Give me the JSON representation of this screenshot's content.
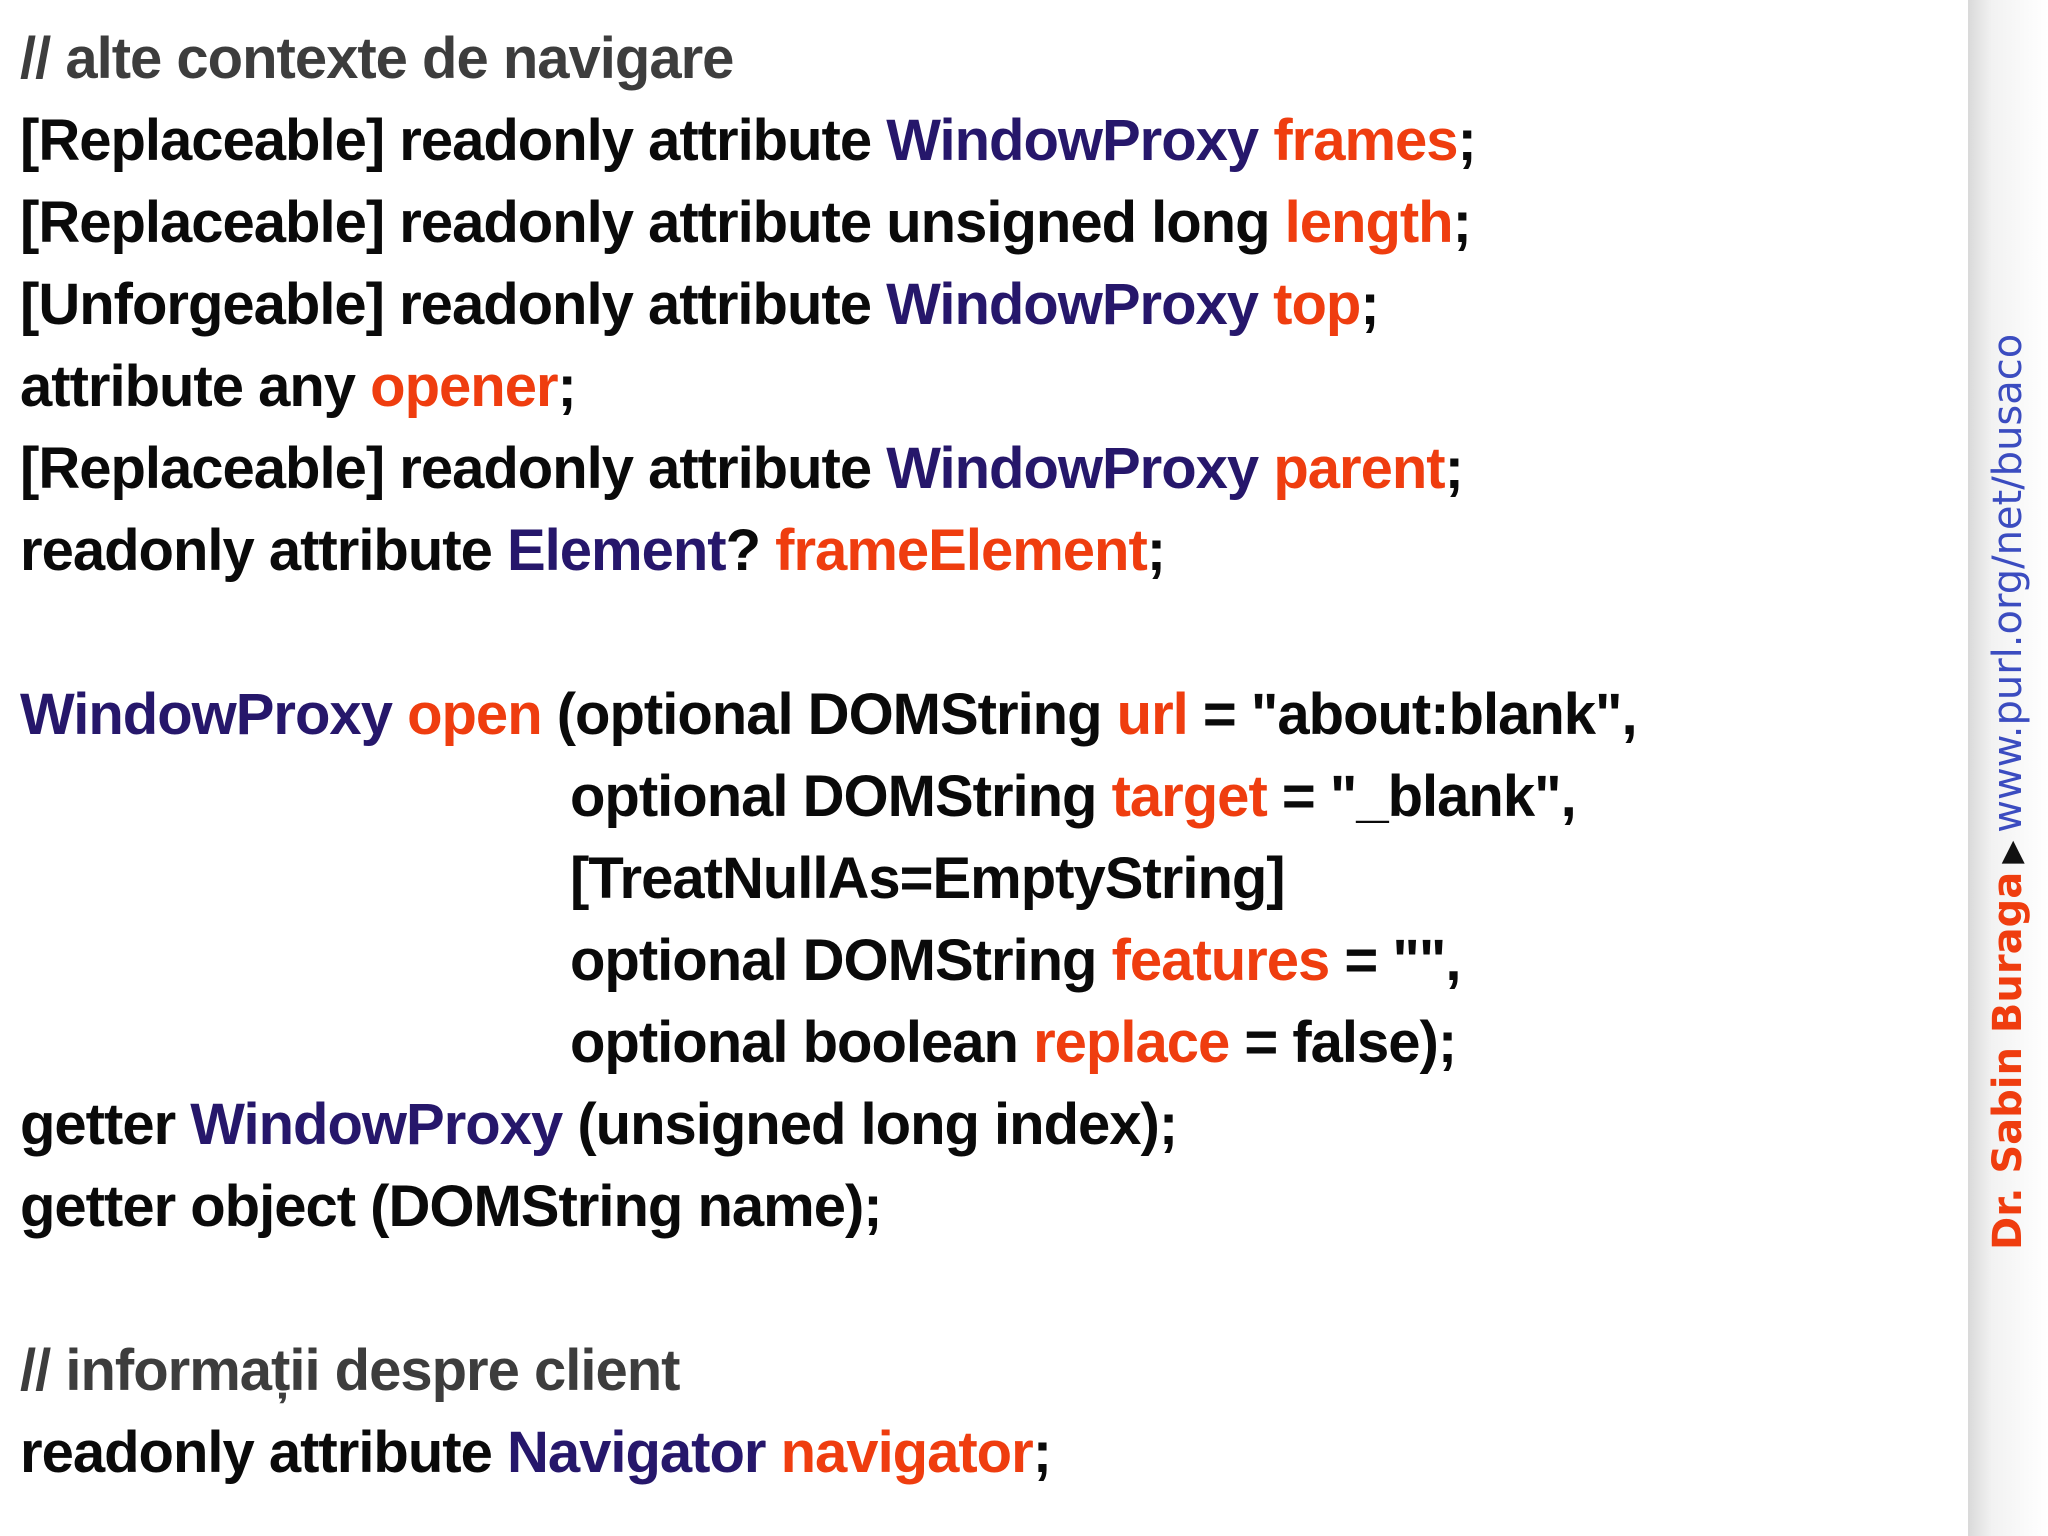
{
  "code_lines": [
    {
      "parts": [
        {
          "cls": "cmt",
          "text": "// alte contexte de navigare"
        }
      ]
    },
    {
      "parts": [
        {
          "cls": "kw",
          "text": "[Replaceable] readonly attribute "
        },
        {
          "cls": "typ",
          "text": "WindowProxy"
        },
        {
          "cls": "kw",
          "text": " "
        },
        {
          "cls": "id",
          "text": "frames"
        },
        {
          "cls": "kw",
          "text": ";"
        }
      ]
    },
    {
      "parts": [
        {
          "cls": "kw",
          "text": "[Replaceable] readonly attribute unsigned long "
        },
        {
          "cls": "id",
          "text": "length"
        },
        {
          "cls": "kw",
          "text": ";"
        }
      ]
    },
    {
      "parts": [
        {
          "cls": "kw",
          "text": "[Unforgeable] readonly attribute "
        },
        {
          "cls": "typ",
          "text": "WindowProxy"
        },
        {
          "cls": "kw",
          "text": " "
        },
        {
          "cls": "id",
          "text": "top"
        },
        {
          "cls": "kw",
          "text": ";"
        }
      ]
    },
    {
      "parts": [
        {
          "cls": "kw",
          "text": "attribute any "
        },
        {
          "cls": "id",
          "text": "opener"
        },
        {
          "cls": "kw",
          "text": ";"
        }
      ]
    },
    {
      "parts": [
        {
          "cls": "kw",
          "text": "[Replaceable] readonly attribute "
        },
        {
          "cls": "typ",
          "text": "WindowProxy"
        },
        {
          "cls": "kw",
          "text": " "
        },
        {
          "cls": "id",
          "text": "parent"
        },
        {
          "cls": "kw",
          "text": ";"
        }
      ]
    },
    {
      "parts": [
        {
          "cls": "kw",
          "text": "readonly attribute "
        },
        {
          "cls": "typ",
          "text": "Element"
        },
        {
          "cls": "kw",
          "text": "? "
        },
        {
          "cls": "id",
          "text": "frameElement"
        },
        {
          "cls": "kw",
          "text": ";"
        }
      ]
    },
    {
      "blank": true,
      "parts": []
    },
    {
      "parts": [
        {
          "cls": "typ",
          "text": "WindowProxy"
        },
        {
          "cls": "kw",
          "text": " "
        },
        {
          "cls": "id",
          "text": "open"
        },
        {
          "cls": "kw",
          "text": " (optional DOMString "
        },
        {
          "cls": "id",
          "text": "url"
        },
        {
          "cls": "kw",
          "text": " = \"about:blank\","
        }
      ]
    },
    {
      "indent": true,
      "parts": [
        {
          "cls": "kw",
          "text": "optional DOMString "
        },
        {
          "cls": "id",
          "text": "target"
        },
        {
          "cls": "kw",
          "text": " = \"_blank\","
        }
      ]
    },
    {
      "indent": true,
      "parts": [
        {
          "cls": "kw",
          "text": "[TreatNullAs=EmptyString]"
        }
      ]
    },
    {
      "indent": true,
      "parts": [
        {
          "cls": "kw",
          "text": "optional DOMString "
        },
        {
          "cls": "id",
          "text": "features"
        },
        {
          "cls": "kw",
          "text": " = \"\","
        }
      ]
    },
    {
      "indent": true,
      "parts": [
        {
          "cls": "kw",
          "text": "optional boolean "
        },
        {
          "cls": "id",
          "text": "replace"
        },
        {
          "cls": "kw",
          "text": " = false);"
        }
      ]
    },
    {
      "parts": [
        {
          "cls": "kw",
          "text": "getter "
        },
        {
          "cls": "typ",
          "text": "WindowProxy"
        },
        {
          "cls": "kw",
          "text": " (unsigned long index);"
        }
      ]
    },
    {
      "parts": [
        {
          "cls": "kw",
          "text": "getter object (DOMString name);"
        }
      ]
    },
    {
      "blank": true,
      "parts": []
    },
    {
      "parts": [
        {
          "cls": "cmt",
          "text": "// informații despre client"
        }
      ]
    },
    {
      "parts": [
        {
          "cls": "kw",
          "text": "readonly attribute "
        },
        {
          "cls": "typ",
          "text": "Navigator"
        },
        {
          "cls": "kw",
          "text": " "
        },
        {
          "cls": "id",
          "text": "navigator"
        },
        {
          "cls": "kw",
          "text": ";"
        }
      ]
    }
  ],
  "sidebar": {
    "author": "Dr. Sabin Buraga",
    "arrow": "▶",
    "url": "www.purl.org/net/busaco"
  },
  "colors": {
    "comment": "#3d3d3d",
    "keyword": "#0a0a0a",
    "type": "#26176b",
    "identifier": "#ef3d0f",
    "author": "#ef3d0f",
    "url": "#3b4cc0"
  }
}
